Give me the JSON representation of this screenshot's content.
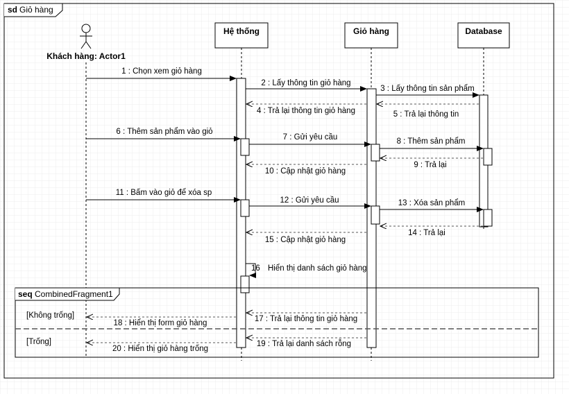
{
  "frame": {
    "keyword": "sd",
    "name": "Giỏ hàng"
  },
  "actor": {
    "label": "Khách hàng: Actor1"
  },
  "lifelines": {
    "he_thong": "Hệ thống",
    "gio_hang": "Giỏ hàng",
    "database": "Database"
  },
  "messages": {
    "m1": "1 : Chọn xem giỏ hàng",
    "m2": "2 : Lấy thông tin giỏ hàng",
    "m3": "3 : Lấy thông tin sản phẩm",
    "m4": "4 : Trả lại thông tin giỏ hàng",
    "m5": "5 : Trả lại thông tin",
    "m6": "6 : Thêm sản phẩm vào giỏ",
    "m7": "7 : Gửi yêu cầu",
    "m8": "8 : Thêm sản phẩm",
    "m9": "9 : Trả lại",
    "m10": "10 : Cập nhật giỏ hàng",
    "m11": "11 : Bấm vào giỏ để xóa sp",
    "m12": "12 : Gửi yêu cầu",
    "m13": "13 : Xóa sản phẩm",
    "m14": "14 : Trả lại",
    "m15": "15 : Cập nhật giỏ hàng",
    "m16_num": "16",
    "m16_text": "Hiển thị danh sách giỏ hàng",
    "m17": "17 : Trả lại thông tin giỏ hàng",
    "m18": "18 : Hiển thị form giỏ hàng",
    "m19": "19 : Trả lại danh sách rỗng",
    "m20": "20 : Hiển thị giỏ hàng trống"
  },
  "fragment": {
    "keyword": "seq",
    "name": "CombinedFragment1",
    "guard1": "[Không trống]",
    "guard2": "[Trống]"
  },
  "colors": {
    "line": "#000000",
    "grid": "#e6e6e6",
    "dashed_return": "#555555"
  }
}
